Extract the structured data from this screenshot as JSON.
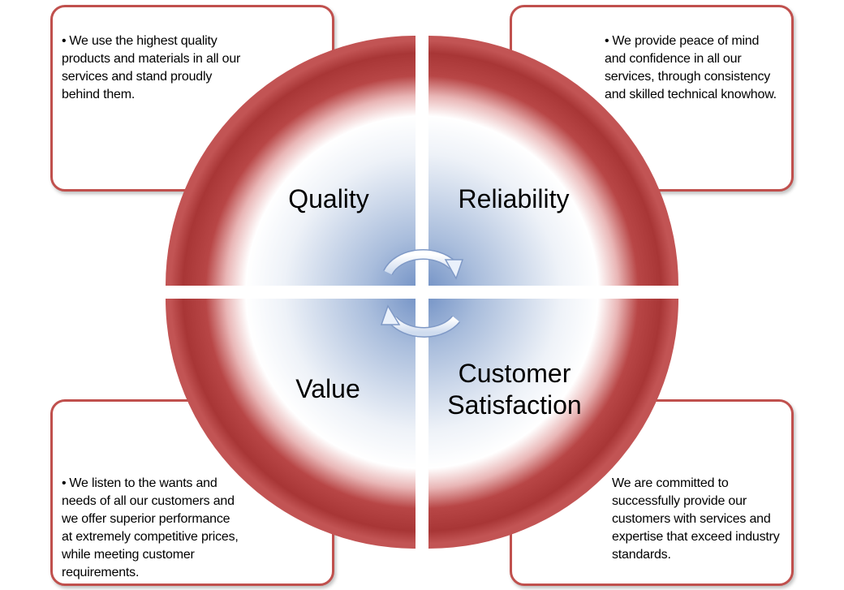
{
  "quadrants": {
    "quality": {
      "label": "Quality",
      "description": "We use the highest quality products and materials in all our services and stand proudly behind them."
    },
    "reliability": {
      "label": "Reliability",
      "description": "We provide peace of mind and confidence in all our services, through consistency and skilled technical knowhow."
    },
    "value": {
      "label": "Value",
      "description": "We listen to the wants and needs of all our customers and we offer superior performance at extremely competitive prices, while meeting customer requirements."
    },
    "customer_satisfaction": {
      "label_line1": "Customer",
      "label_line2": "Satisfaction",
      "description": "We are committed to successfully provide our customers with services and expertise that exceed industry standards."
    }
  },
  "colors": {
    "ring": "#b13b3b",
    "callout_border": "#c0504d",
    "center": "#6f8fc4",
    "arrow": "#e9f1fb"
  },
  "icons": {
    "cycle_top": "circular-arrow-icon",
    "cycle_bottom": "circular-arrow-icon"
  }
}
